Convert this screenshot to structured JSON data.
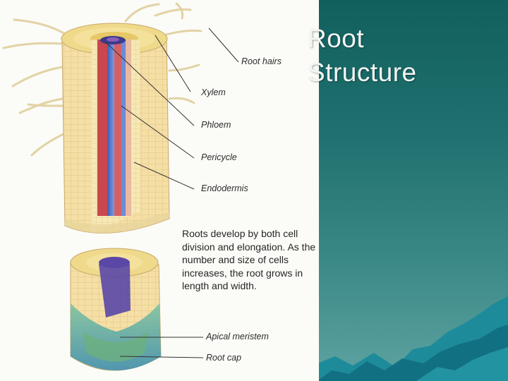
{
  "slide": {
    "title_line1": "Root",
    "title_line2": "Structure",
    "colors": {
      "teal_dark": "#11605e",
      "teal_light": "#5ea3a1",
      "xylem": "#4a6fc8",
      "phloem": "#d4565a",
      "cortex": "#f2e29a"
    }
  },
  "figure": {
    "labels": {
      "root_hairs": "Root hairs",
      "xylem": "Xylem",
      "phloem": "Phloem",
      "pericycle": "Pericycle",
      "endodermis": "Endodermis",
      "apical_meristem": "Apical meristem",
      "root_cap": "Root cap"
    },
    "caption": "Roots develop by both cell division and elongation. As the number and size of cells increases, the root grows in length and width."
  }
}
